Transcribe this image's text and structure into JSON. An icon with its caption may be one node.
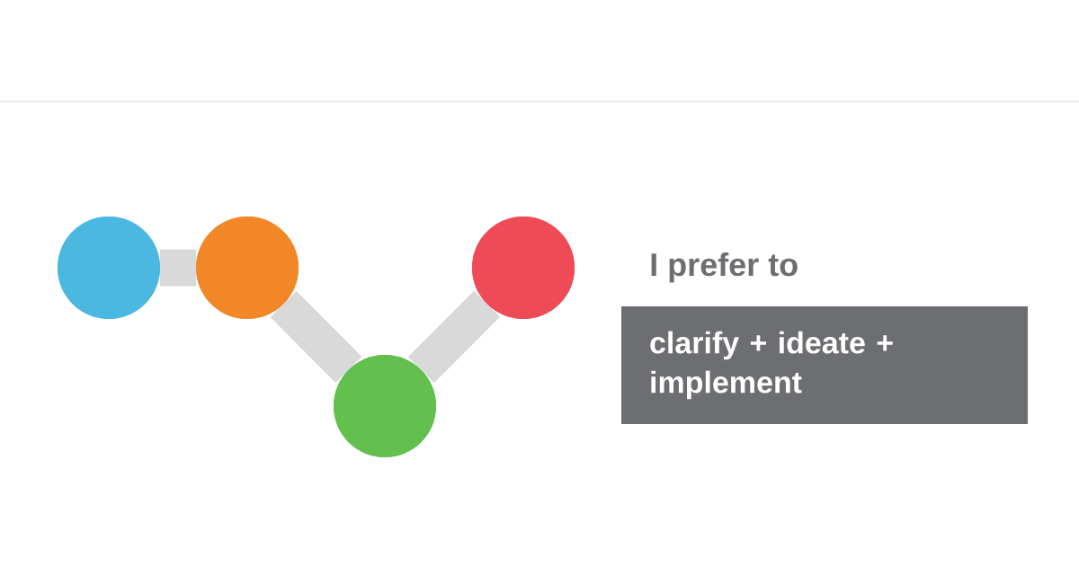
{
  "diagram": {
    "nodes": [
      {
        "text": [],
        "shape": "circle"
      },
      {
        "text": [],
        "shape": "circle"
      },
      {
        "text": [],
        "shape": "circle"
      },
      {
        "text": [],
        "shape": "circle"
      },
      {
        "text": [
          "I prefer to",
          "clarify + ideate + implement"
        ]
      }
    ],
    "edges": [
      {
        "from": 0,
        "to": 1,
        "arrow": "none"
      },
      {
        "from": 1,
        "to": 2,
        "arrow": "none"
      },
      {
        "from": 2,
        "to": 3,
        "arrow": "none"
      }
    ]
  }
}
